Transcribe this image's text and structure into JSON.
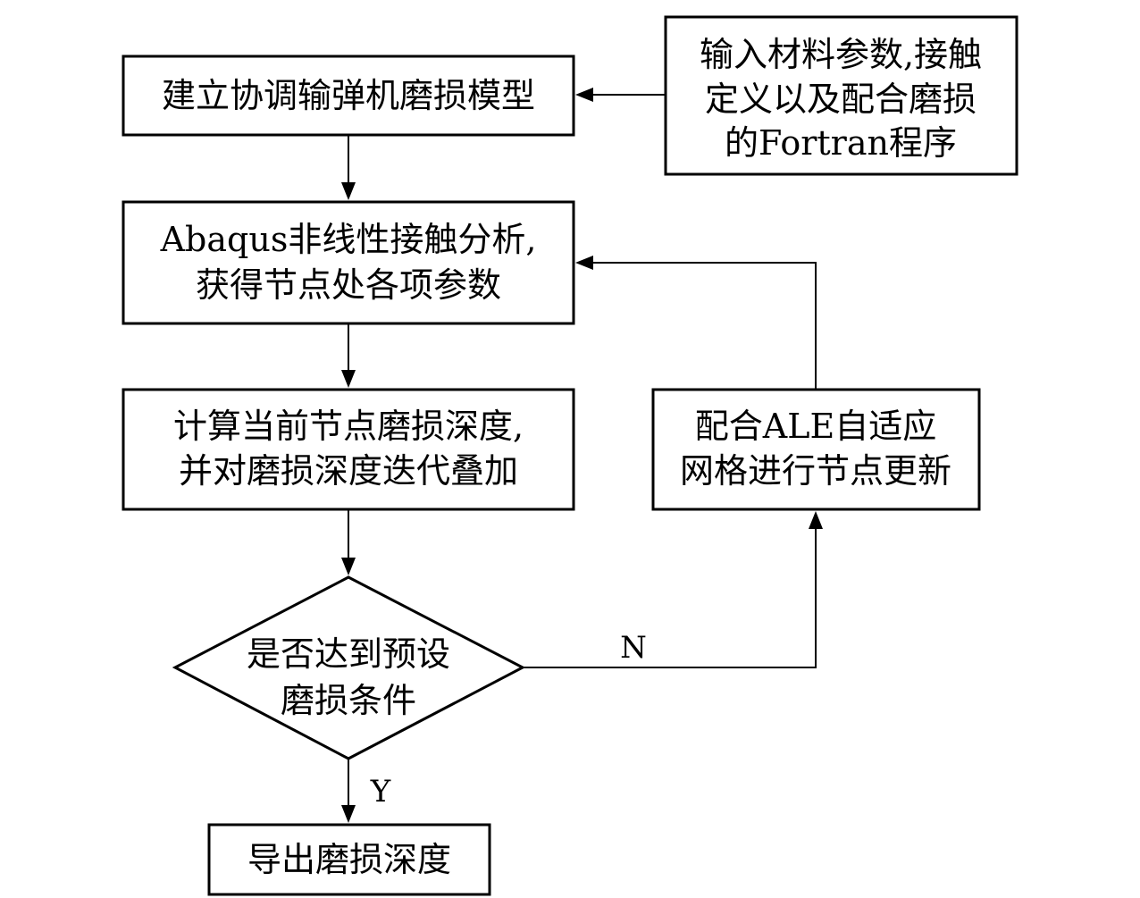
{
  "nodes": {
    "build_model": {
      "lines": [
        "建立协调输弹机磨损模型"
      ]
    },
    "input_params": {
      "lines": [
        "输入材料参数,接触",
        "定义以及配合磨损",
        "的Fortran程序"
      ]
    },
    "abaqus": {
      "lines": [
        "Abaqus非线性接触分析,",
        "获得节点处各项参数"
      ]
    },
    "compute_wear": {
      "lines": [
        "计算当前节点磨损深度,",
        "并对磨损深度迭代叠加"
      ]
    },
    "ale_update": {
      "lines": [
        "配合ALE自适应",
        "网格进行节点更新"
      ]
    },
    "decision": {
      "lines": [
        "是否达到预设",
        "磨损条件"
      ]
    },
    "export": {
      "lines": [
        "导出磨损深度"
      ]
    }
  },
  "edge_labels": {
    "no": "N",
    "yes": "Y"
  }
}
